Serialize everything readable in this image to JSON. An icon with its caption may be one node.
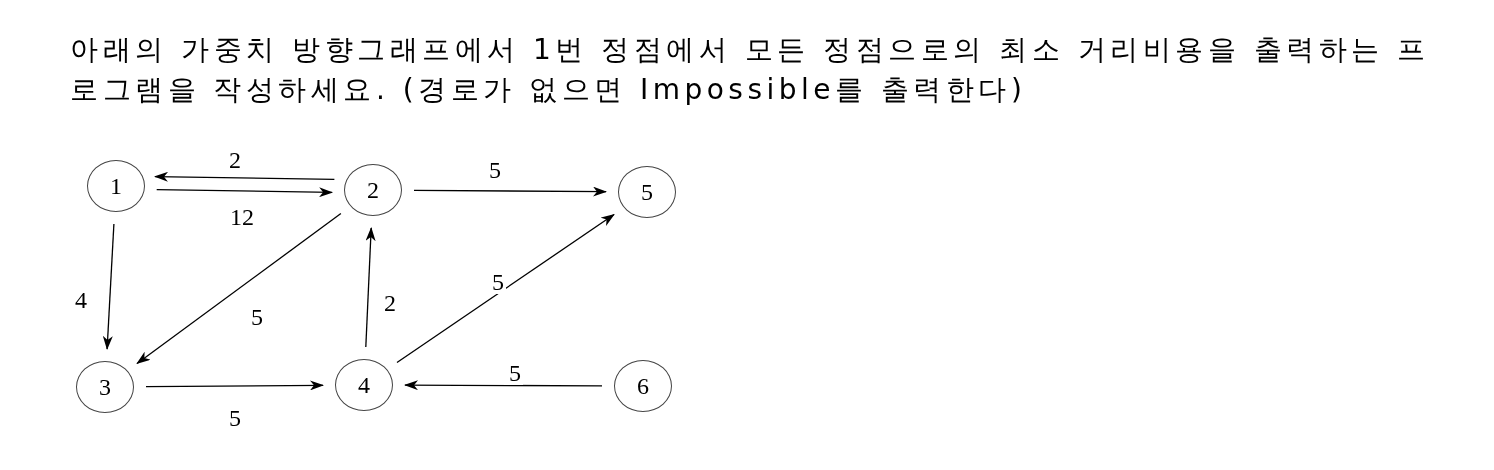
{
  "diagram": {
    "title": "아래의 가중치 방향그래프에서 1번 정점에서 모든 정점으로의 최소 거리비용을 출력하는 프로그램을 작성하세요. (경로가 없으면 Impossible를 출력한다)",
    "nodes": [
      {
        "text": [
          "1"
        ]
      },
      {
        "text": [
          "2"
        ]
      },
      {
        "text": [
          "3"
        ]
      },
      {
        "text": [
          "4"
        ]
      },
      {
        "text": [
          "5"
        ]
      },
      {
        "text": [
          "6"
        ]
      }
    ],
    "edges": [
      {
        "from": 1,
        "to": 0,
        "arrow": "to",
        "label": "2"
      },
      {
        "from": 0,
        "to": 1,
        "arrow": "to",
        "label": "12"
      },
      {
        "from": 1,
        "to": 4,
        "arrow": "to",
        "label": "5"
      },
      {
        "from": 0,
        "to": 2,
        "arrow": "to",
        "label": "4"
      },
      {
        "from": 1,
        "to": 2,
        "arrow": "to",
        "label": "5"
      },
      {
        "from": 3,
        "to": 1,
        "arrow": "to",
        "label": "2"
      },
      {
        "from": 3,
        "to": 4,
        "arrow": "to",
        "label": "5"
      },
      {
        "from": 2,
        "to": 3,
        "arrow": "to",
        "label": "5"
      },
      {
        "from": 5,
        "to": 3,
        "arrow": "to",
        "label": "5"
      }
    ]
  }
}
